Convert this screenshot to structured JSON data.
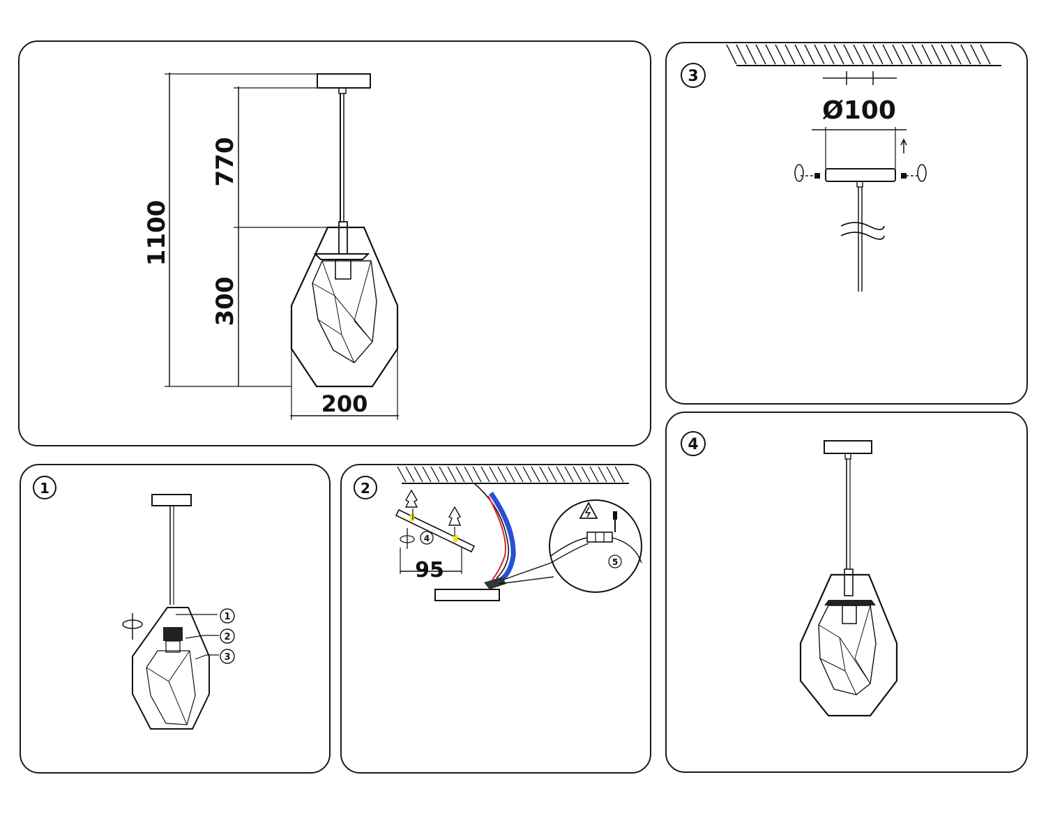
{
  "dimensions": {
    "total_height": "1100",
    "cord_length": "770",
    "shade_height": "300",
    "shade_width": "200"
  },
  "steps": {
    "step1": {
      "badge": "1",
      "callouts": [
        "1",
        "2",
        "3"
      ]
    },
    "step2": {
      "badge": "2",
      "hole_spacing": "95",
      "screw_ref": "4",
      "terminal_ref": "5"
    },
    "step3": {
      "badge": "3",
      "canopy_diameter": "Ø100"
    },
    "step4": {
      "badge": "4"
    }
  },
  "colors": {
    "line": "#111111",
    "wire_red": "#e02020",
    "wire_blue": "#2a4fd6",
    "highlight_yellow": "#f2e21a"
  }
}
